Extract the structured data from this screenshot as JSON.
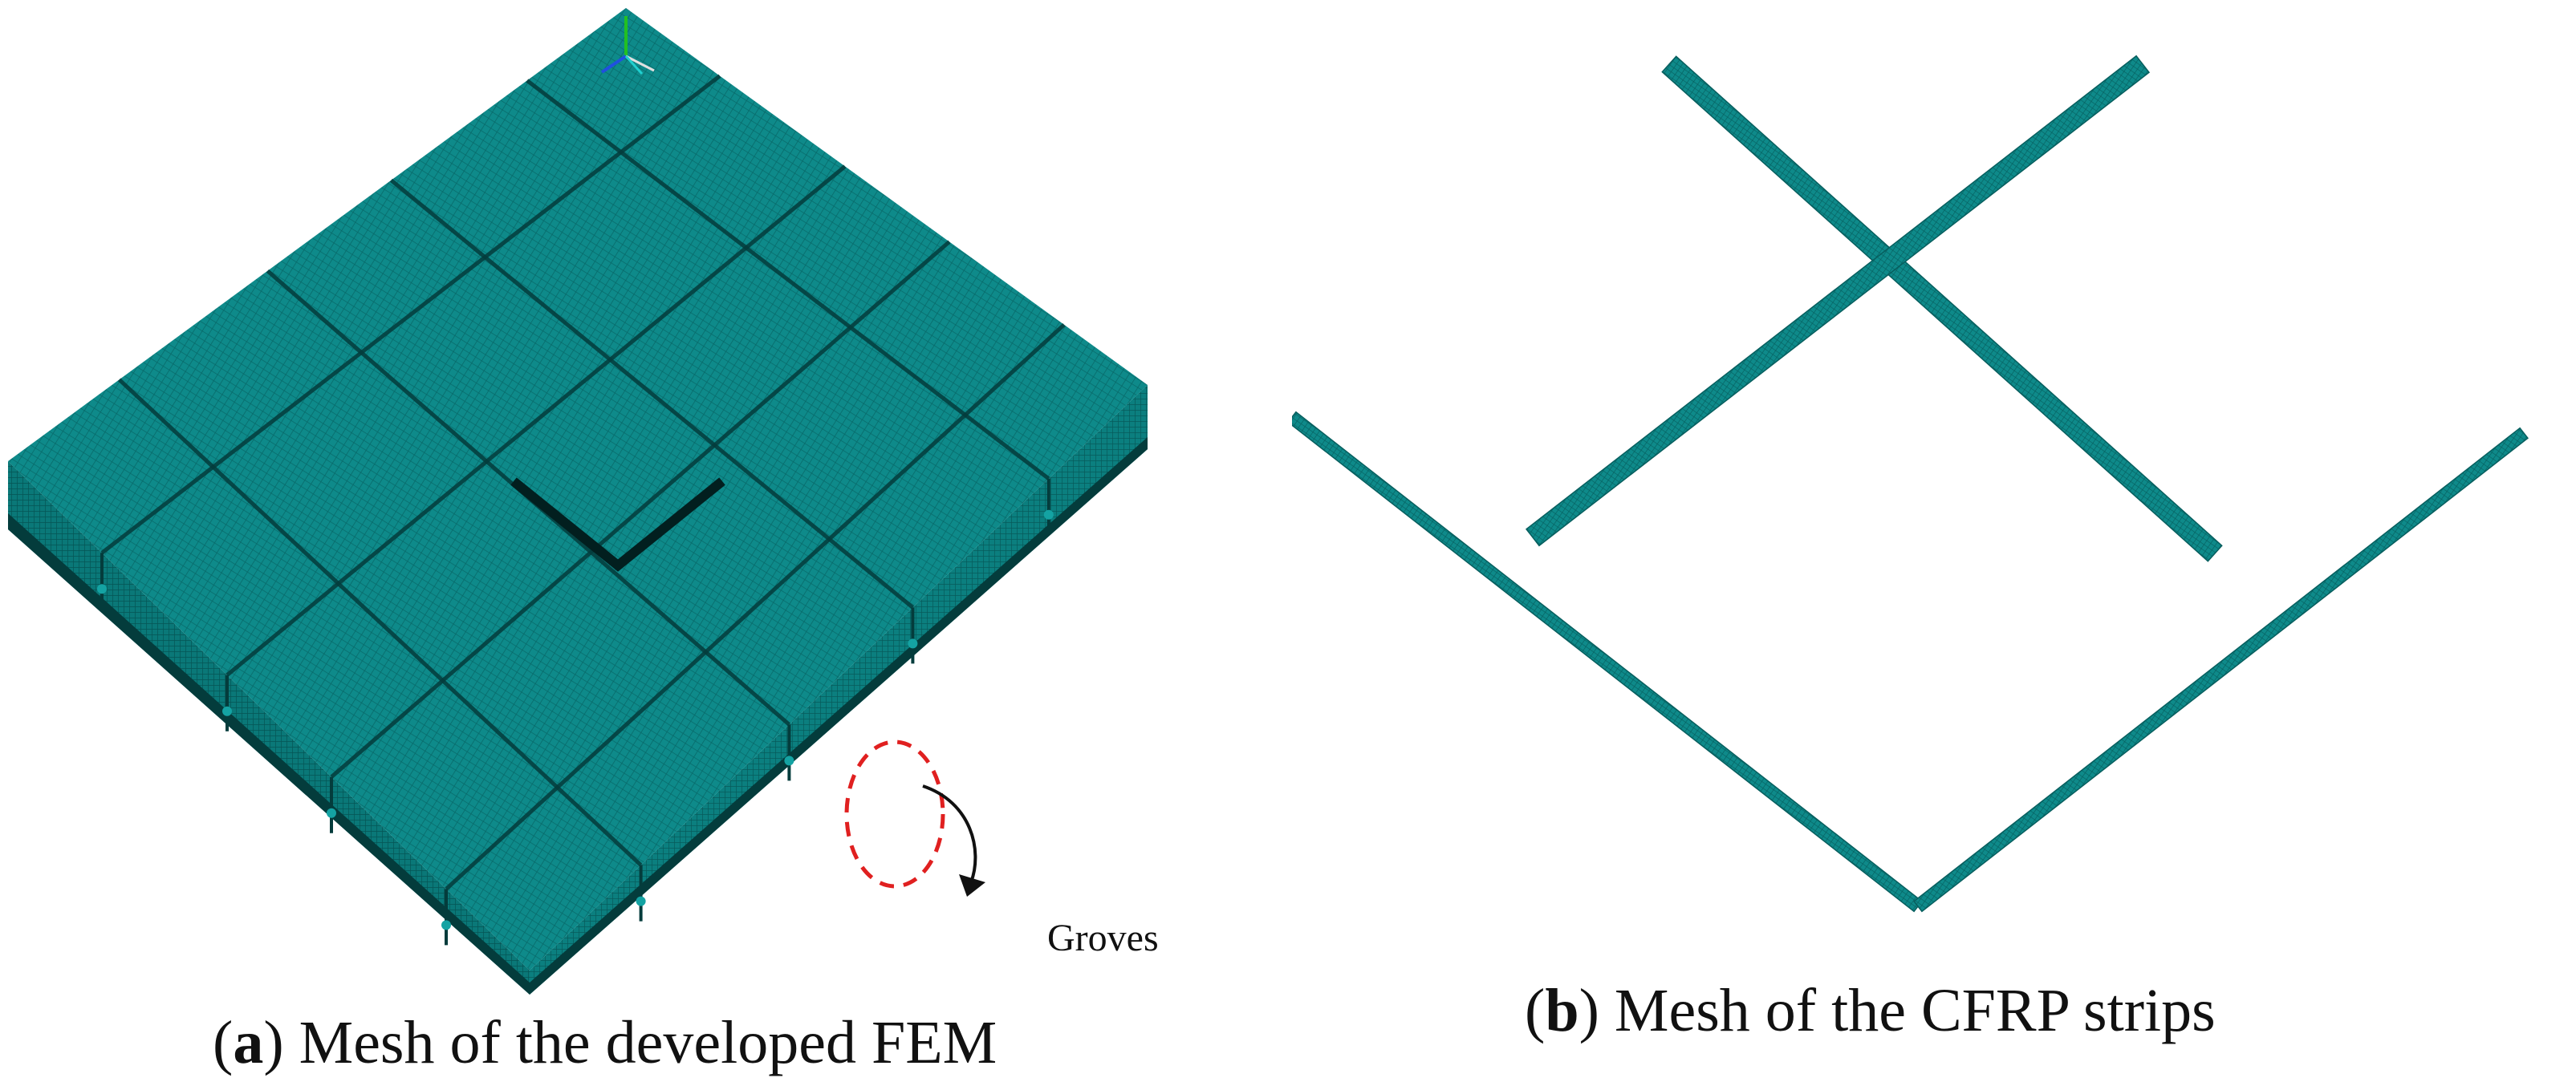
{
  "colors": {
    "mesh": "#0e8a8a",
    "mesh_dark": "#075e5e",
    "mesh_light": "#14a3a3",
    "line": "#043c3c",
    "highlight": "#e02020",
    "background": "#ffffff"
  },
  "panel_a": {
    "caption_letter": "a",
    "caption_text": "Mesh of the developed FEM",
    "annotation": "Groves",
    "icons": [
      "axis-triad-icon",
      "dashed-circle-highlight",
      "arrow-icon"
    ]
  },
  "panel_b": {
    "caption_letter": "b",
    "caption_text": "Mesh of the CFRP strips"
  }
}
